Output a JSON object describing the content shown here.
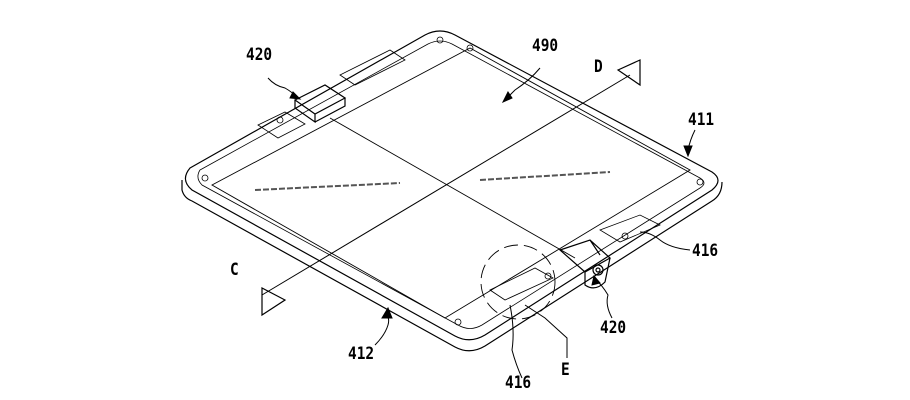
{
  "figure": {
    "labels": {
      "hinge_top": "420",
      "display": "490",
      "section_d": "D",
      "housing_first": "411",
      "slot_right": "416",
      "hinge_bottom": "420",
      "detail_e": "E",
      "slot_bottom": "416",
      "housing_second": "412",
      "section_c": "C"
    }
  }
}
